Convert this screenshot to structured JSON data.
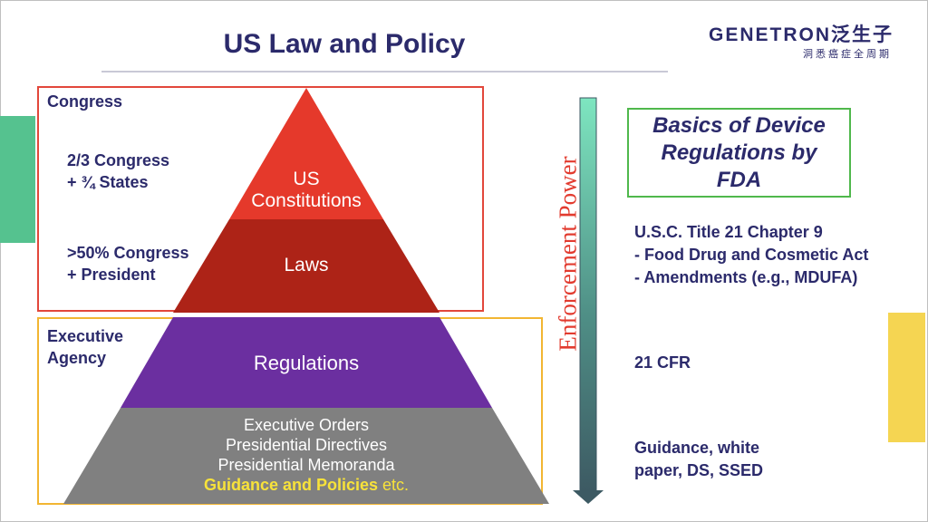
{
  "slide": {
    "title": "US Law and Policy",
    "logo": {
      "name": "GENETRON泛生子",
      "tagline": "洞悉癌症全周期"
    }
  },
  "left_groups": {
    "congress": {
      "heading": "Congress",
      "constitution_req": [
        "2/3 Congress",
        "+ ¾ States"
      ],
      "law_req": [
        ">50% Congress",
        "+ President"
      ]
    },
    "executive": {
      "heading": [
        "Executive",
        "Agency"
      ]
    }
  },
  "pyramid": {
    "tiers": [
      {
        "lines": [
          "US",
          "Constitutions"
        ],
        "color": "#e5392b"
      },
      {
        "lines": [
          "Laws"
        ],
        "color": "#ad2317"
      },
      {
        "lines": [
          "Regulations"
        ],
        "color": "#6b2fa0"
      },
      {
        "lines": [
          "Executive Orders",
          "Presidential Directives",
          "Presidential Memoranda"
        ],
        "highlight": "Guidance and Policies",
        "suffix": " etc.",
        "color": "#808080",
        "highlight_color": "#f7e23a"
      }
    ]
  },
  "enforcement": {
    "label": "Enforcement Power",
    "color": "#e23b2f"
  },
  "fda": {
    "box_title": [
      "Basics of Device",
      "Regulations by",
      "FDA"
    ],
    "usc": [
      "U.S.C. Title 21 Chapter 9",
      "- Food Drug and Cosmetic Act",
      "- Amendments (e.g., MDUFA)"
    ],
    "cfr": "21 CFR",
    "guidance": [
      "Guidance, white",
      "paper, DS, SSED"
    ]
  },
  "colors": {
    "title": "#2b2a6b",
    "accent_green": "#55c28f",
    "accent_yellow": "#f5d552",
    "congress_border": "#e2473b",
    "exec_border": "#f2b632",
    "fda_border": "#4fb84c"
  }
}
